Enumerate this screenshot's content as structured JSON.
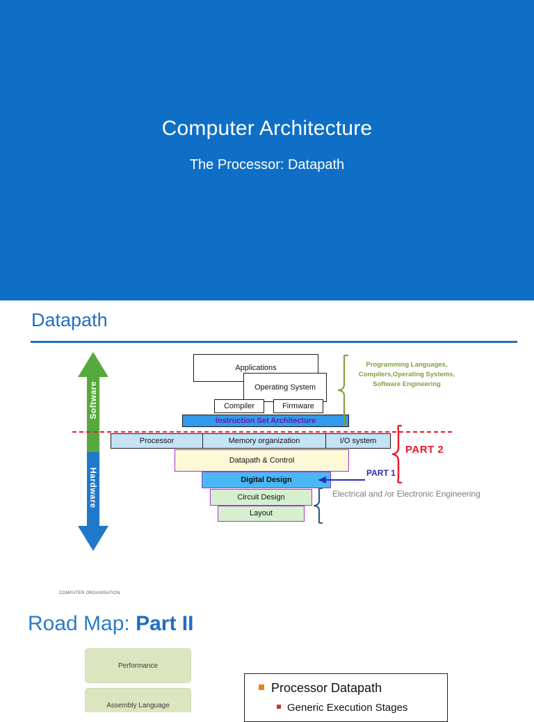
{
  "title_slide": {
    "title": "Computer Architecture",
    "subtitle": "The Processor: Datapath",
    "bg_color": "#0f6fc6",
    "text_color": "#ffffff"
  },
  "datapath_slide": {
    "heading": "Datapath",
    "heading_color": "#1f6fc0",
    "footer": "COMPUTER ORGANISATION",
    "diagram": {
      "arrow": {
        "software_label": "Software",
        "hardware_label": "Hardware",
        "software_color": "#56a93c",
        "hardware_color": "#1f78c8"
      },
      "divider_color": "#e8192c",
      "boxes": [
        {
          "id": "applications",
          "label": "Applications",
          "style": "white"
        },
        {
          "id": "operating-system",
          "label": "Operating System",
          "style": "white"
        },
        {
          "id": "compiler",
          "label": "Compiler",
          "style": "white"
        },
        {
          "id": "firmware",
          "label": "Firmware",
          "style": "white"
        },
        {
          "id": "instruction-set-architecture",
          "label": "Instruction Set Architecture",
          "style": "isa"
        },
        {
          "id": "processor",
          "label": "Processor",
          "style": "lblue"
        },
        {
          "id": "memory-organization",
          "label": "Memory organization",
          "style": "lblue"
        },
        {
          "id": "io-system",
          "label": "I/O system",
          "style": "lblue"
        },
        {
          "id": "datapath-and-control",
          "label": "Datapath & Control",
          "style": "yellow"
        },
        {
          "id": "digital-design",
          "label": "Digital Design",
          "style": "cyan"
        },
        {
          "id": "circuit-design",
          "label": "Circuit Design",
          "style": "green"
        },
        {
          "id": "layout",
          "label": "Layout",
          "style": "green"
        }
      ],
      "annotations": {
        "software_stack": "Programming Languages, Compilers,Operating Systems, Software Engineering",
        "software_stack_color": "#7f9f3a",
        "part2": "PART 2",
        "part2_color": "#e8192c",
        "part1": "PART 1",
        "part1_color": "#2b2bbd",
        "engineering": "Electrical and /or Electronic Engineering",
        "engineering_color": "#7a7a7a"
      }
    }
  },
  "roadmap_slide": {
    "heading_light": "Road Map: ",
    "heading_bold": "Part II",
    "heading_color": "#2b7cc8",
    "boxes": [
      {
        "label": "Performance"
      },
      {
        "label": "Assembly Language"
      }
    ],
    "content_card": {
      "line1": "Processor Datapath",
      "line1_bullet_color": "#e8821e",
      "line2": "Generic Execution Stages",
      "line2_bullet_color": "#c0392b"
    }
  }
}
